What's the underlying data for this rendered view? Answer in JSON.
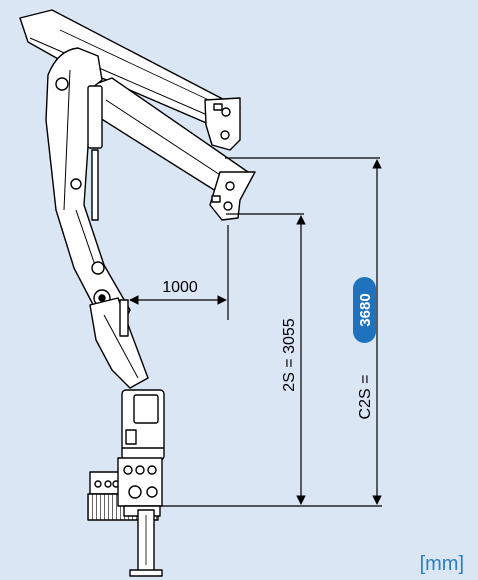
{
  "dimensions": {
    "horizontal_offset": "1000",
    "stroke_height": "2S = 3055",
    "total_height_label": "C2S =",
    "total_height_value": "3680",
    "highlight_color": "#1f73be"
  },
  "unit": "[mm]"
}
